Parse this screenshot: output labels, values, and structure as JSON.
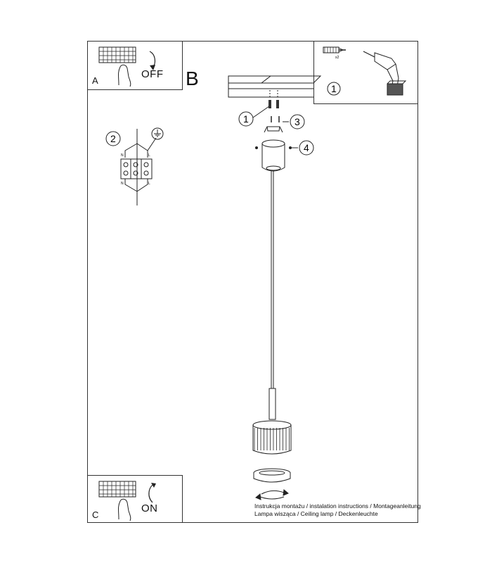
{
  "panels": {
    "a": {
      "letter": "A",
      "switch_label": "OFF"
    },
    "b": {
      "letter": "B"
    },
    "c": {
      "letter": "C",
      "switch_label": "ON"
    }
  },
  "callouts": {
    "one": "1",
    "two": "2",
    "three": "3",
    "four": "4",
    "tool_step": "1"
  },
  "tools": {
    "count_label": "x2"
  },
  "terminal_labels": {
    "neutral": "N",
    "live": "L"
  },
  "caption": {
    "line1": "Instrukcja montażu / instalation instructions / Montageanleitung",
    "line2": "Lampa wisząca / Ceiling lamp / Deckenleuchte"
  }
}
